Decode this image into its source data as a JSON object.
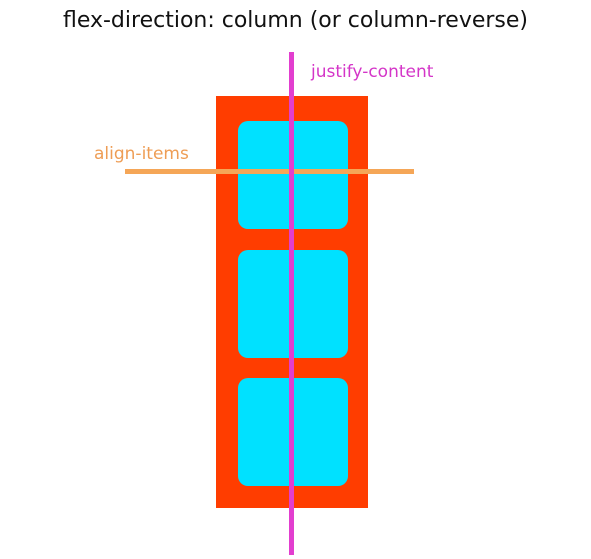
{
  "title": "flex-direction: column (or column-reverse)",
  "axes": {
    "main_axis_label": "justify-content",
    "cross_axis_label": "align-items"
  },
  "items": [
    {
      "id": "item-1"
    },
    {
      "id": "item-2"
    },
    {
      "id": "item-3"
    }
  ],
  "colors": {
    "container": "#FF3D00",
    "item": "#00E1FF",
    "justify_content": "#E23ECF",
    "align_items": "#F5A657",
    "title": "#111111"
  }
}
